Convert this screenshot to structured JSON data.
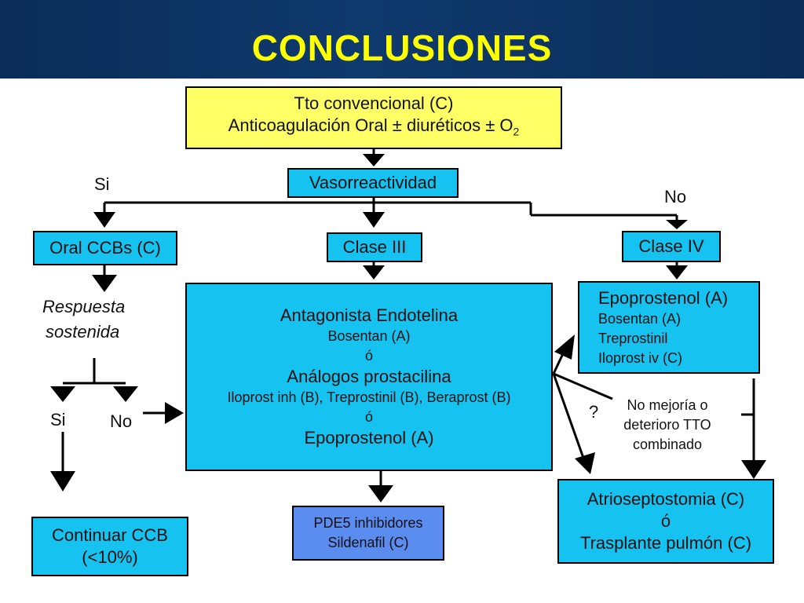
{
  "header": {
    "title": "CONCLUSIONES"
  },
  "boxes": {
    "tto": {
      "line1": "Tto convencional (C)",
      "line2": "Anticoagulación Oral ± diuréticos ± O",
      "sub": "2"
    },
    "vaso": "Vasorreactividad",
    "oral": "Oral CCBs (C)",
    "clase3": "Clase III",
    "clase4": "Clase IV",
    "antag": {
      "l1": "Antagonista Endotelina",
      "l2": "Bosentan (A)",
      "l3": "ó",
      "l4": "Análogos prostacilina",
      "l5": "Iloprost inh (B), Treprostinil (B), Beraprost (B)",
      "l6": "ó",
      "l7": "Epoprostenol (A)"
    },
    "epo": {
      "l1": "Epoprostenol (A)",
      "l2": "Bosentan (A)",
      "l3": "Treprostinil",
      "l4": "Iloprost iv (C)"
    },
    "pde5": {
      "l1": "PDE5 inhibidores",
      "l2": "Sildenafil (C)"
    },
    "continuar": {
      "l1": "Continuar CCB",
      "l2": "(<10%)"
    },
    "atrio": {
      "l1": "Atrioseptostomia (C)",
      "l2": "ó",
      "l3": "Trasplante pulmón (C)"
    }
  },
  "labels": {
    "si_top": "Si",
    "no_top": "No",
    "respuesta": "Respuesta",
    "sostenida": "sostenida",
    "si_bottom": "Si",
    "no_bottom": "No",
    "question": "?",
    "no_mejoria_1": "No mejoría o",
    "no_mejoria_2": "deterioro TTO",
    "no_mejoria_3": "combinado"
  }
}
